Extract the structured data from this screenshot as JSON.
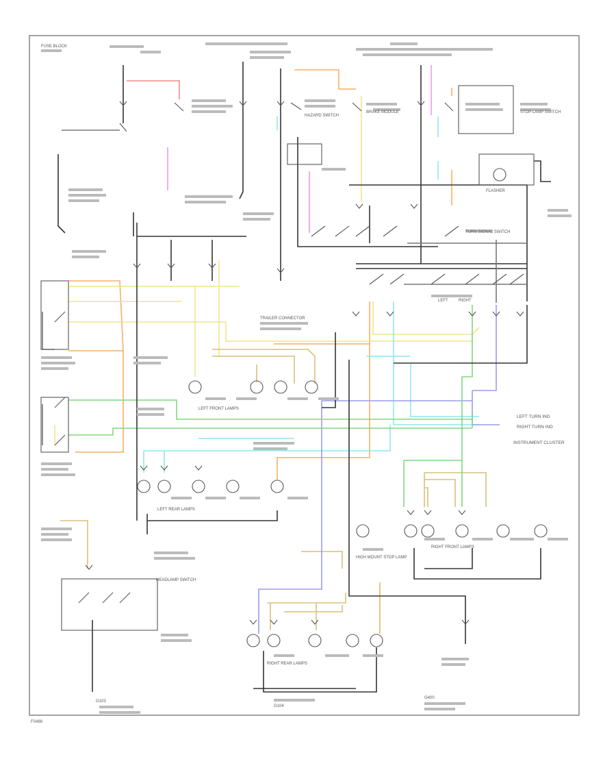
{
  "diagram": {
    "labels": {
      "fuse_block_top_left": "FUSE BLOCK",
      "brake_module": "BRAKE MODULE",
      "hazard_switch": "HAZARD SWITCH",
      "turn_signal_switch": "TURN SIGNAL SWITCH",
      "left_turn_switch": "LEFT",
      "right_turn_switch": "RIGHT",
      "stop_lamp_switch": "STOP LAMP SWITCH",
      "flasher": "FLASHER",
      "trailer_connector": "TRAILER CONNECTOR",
      "left_front_lamps": "LEFT FRONT LAMPS",
      "right_front_lamps": "RIGHT FRONT LAMPS",
      "left_rear_lamps": "LEFT REAR LAMPS",
      "right_rear_lamps": "RIGHT REAR LAMPS",
      "high_mount_stop": "HIGH MOUNT STOP LAMP",
      "left_turn_ind": "LEFT TURN IND",
      "right_turn_ind": "RIGHT TURN IND",
      "instrument_cluster": "INSTRUMENT CLUSTER",
      "headlamp_switch": "HEADLAMP SWITCH",
      "ground_left": "G103",
      "ground_center": "G104",
      "ground_right": "G400",
      "page_number": "F0488"
    },
    "colors": {
      "red": "#f28a8a",
      "pink": "#f09ae0",
      "orange": "#f2b064",
      "yellow": "#eee68a",
      "tan": "#d9c07a",
      "light_blue": "#8fe6f0",
      "blue": "#9a9af2",
      "green": "#7fd87f",
      "black": "#333333",
      "gray": "#777777"
    }
  }
}
